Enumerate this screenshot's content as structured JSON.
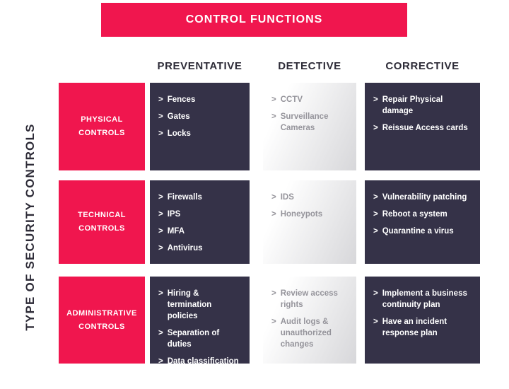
{
  "colors": {
    "accent": "#F0164E",
    "dark": "#353248",
    "light-start": "#FFFFFF",
    "light-end": "#D7D7DA",
    "light-text": "#95949B",
    "header-text": "#2E2C38",
    "white": "#FFFFFF"
  },
  "glyphs": {
    "bullet": ">"
  },
  "banner": {
    "title": "CONTROL FUNCTIONS"
  },
  "axis": {
    "label": "TYPE OF SECURITY CONTROLS"
  },
  "columns": [
    {
      "label": "PREVENTATIVE"
    },
    {
      "label": "DETECTIVE"
    },
    {
      "label": "CORRECTIVE"
    }
  ],
  "rows": [
    {
      "header": "PHYSICAL CONTROLS",
      "preventative": [
        "Fences",
        "Gates",
        "Locks"
      ],
      "detective": [
        "CCTV",
        "Surveillance Cameras"
      ],
      "corrective": [
        "Repair Physical damage",
        "Reissue Access cards"
      ]
    },
    {
      "header": "TECHNICAL CONTROLS",
      "preventative": [
        "Firewalls",
        "IPS",
        "MFA",
        "Antivirus"
      ],
      "detective": [
        "IDS",
        "Honeypots"
      ],
      "corrective": [
        "Vulnerability patching",
        "Reboot a system",
        "Quarantine a virus"
      ]
    },
    {
      "header": "ADMINISTRATIVE CONTROLS",
      "preventative": [
        "Hiring & termination policies",
        "Separation of duties",
        "Data classification"
      ],
      "detective": [
        "Review access rights",
        "Audit logs & unauthorized changes"
      ],
      "corrective": [
        "Implement a business continuity plan",
        "Have an incident response plan"
      ]
    }
  ]
}
